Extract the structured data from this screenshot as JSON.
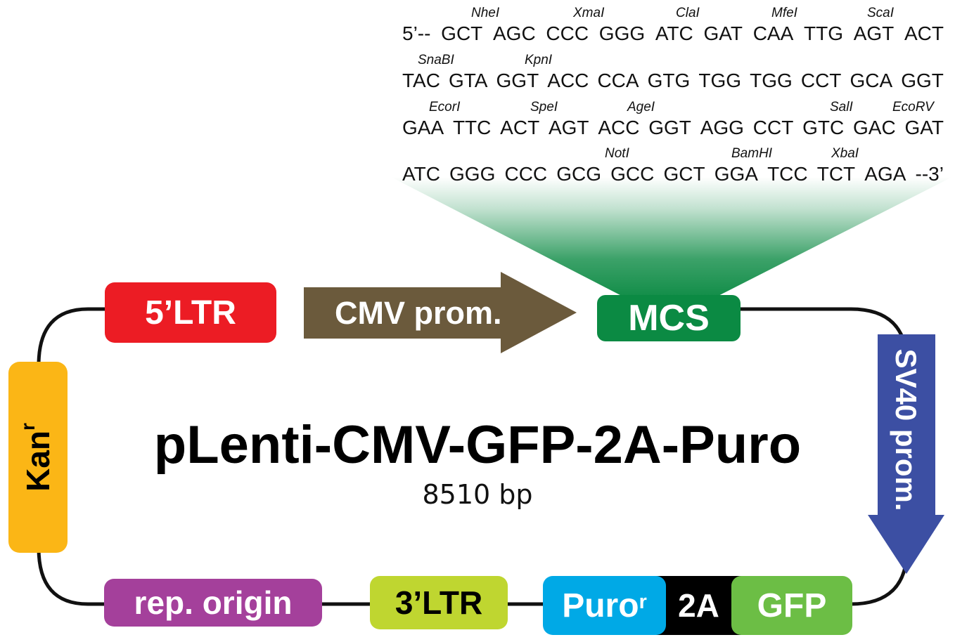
{
  "plasmid": {
    "name": "pLenti-CMV-GFP-2A-Puro",
    "size": "8510 bp"
  },
  "sequence": {
    "rows": [
      {
        "codons": [
          "5’--",
          "GCT",
          "AGC",
          "CCC",
          "GGG",
          "ATC",
          "GAT",
          "CAA",
          "TTG",
          "AGT",
          "ACT"
        ],
        "sites": [
          "NheI",
          "XmaI",
          "ClaI",
          "MfeI",
          "ScaI"
        ]
      },
      {
        "codons": [
          "TAC",
          "GTA",
          "GGT",
          "ACC",
          "CCA",
          "GTG",
          "TGG",
          "TGG",
          "CCT",
          "GCA",
          "GGT"
        ],
        "sites": [
          "SnaBI",
          "KpnI"
        ]
      },
      {
        "codons": [
          "GAA",
          "TTC",
          "ACT",
          "AGT",
          "ACC",
          "GGT",
          "AGG",
          "CCT",
          "GTC",
          "GAC",
          "GAT"
        ],
        "sites": [
          "EcorI",
          "SpeI",
          "AgeI",
          "SalI",
          "EcoRV"
        ]
      },
      {
        "codons": [
          "ATC",
          "GGG",
          "CCC",
          "GCG",
          "GCC",
          "GCT",
          "GGA",
          "TCC",
          "TCT",
          "AGA",
          "--3’"
        ],
        "sites": [
          "NotI",
          "BamHI",
          "XbaI"
        ]
      }
    ]
  },
  "features": {
    "ltr5": {
      "label": "5’LTR",
      "color": "#ec1c24"
    },
    "cmv": {
      "label": "CMV prom.",
      "color": "#6b5a3c"
    },
    "mcs": {
      "label": "MCS",
      "color": "#0b8a43"
    },
    "sv40": {
      "label": "SV40 prom.",
      "color": "#3c4fa3"
    },
    "kan": {
      "label": "Kan",
      "sup": "r",
      "color": "#fbb616"
    },
    "rep": {
      "label": "rep. origin",
      "color": "#a4409b"
    },
    "ltr3": {
      "label": "3’LTR",
      "color": "#bfd630"
    },
    "puro": {
      "label": "Puro",
      "sup": "r",
      "color": "#00a9e6"
    },
    "t2a": {
      "label": "2A",
      "color": "#000000"
    },
    "gfp": {
      "label": "GFP",
      "color": "#6cbe45"
    }
  }
}
